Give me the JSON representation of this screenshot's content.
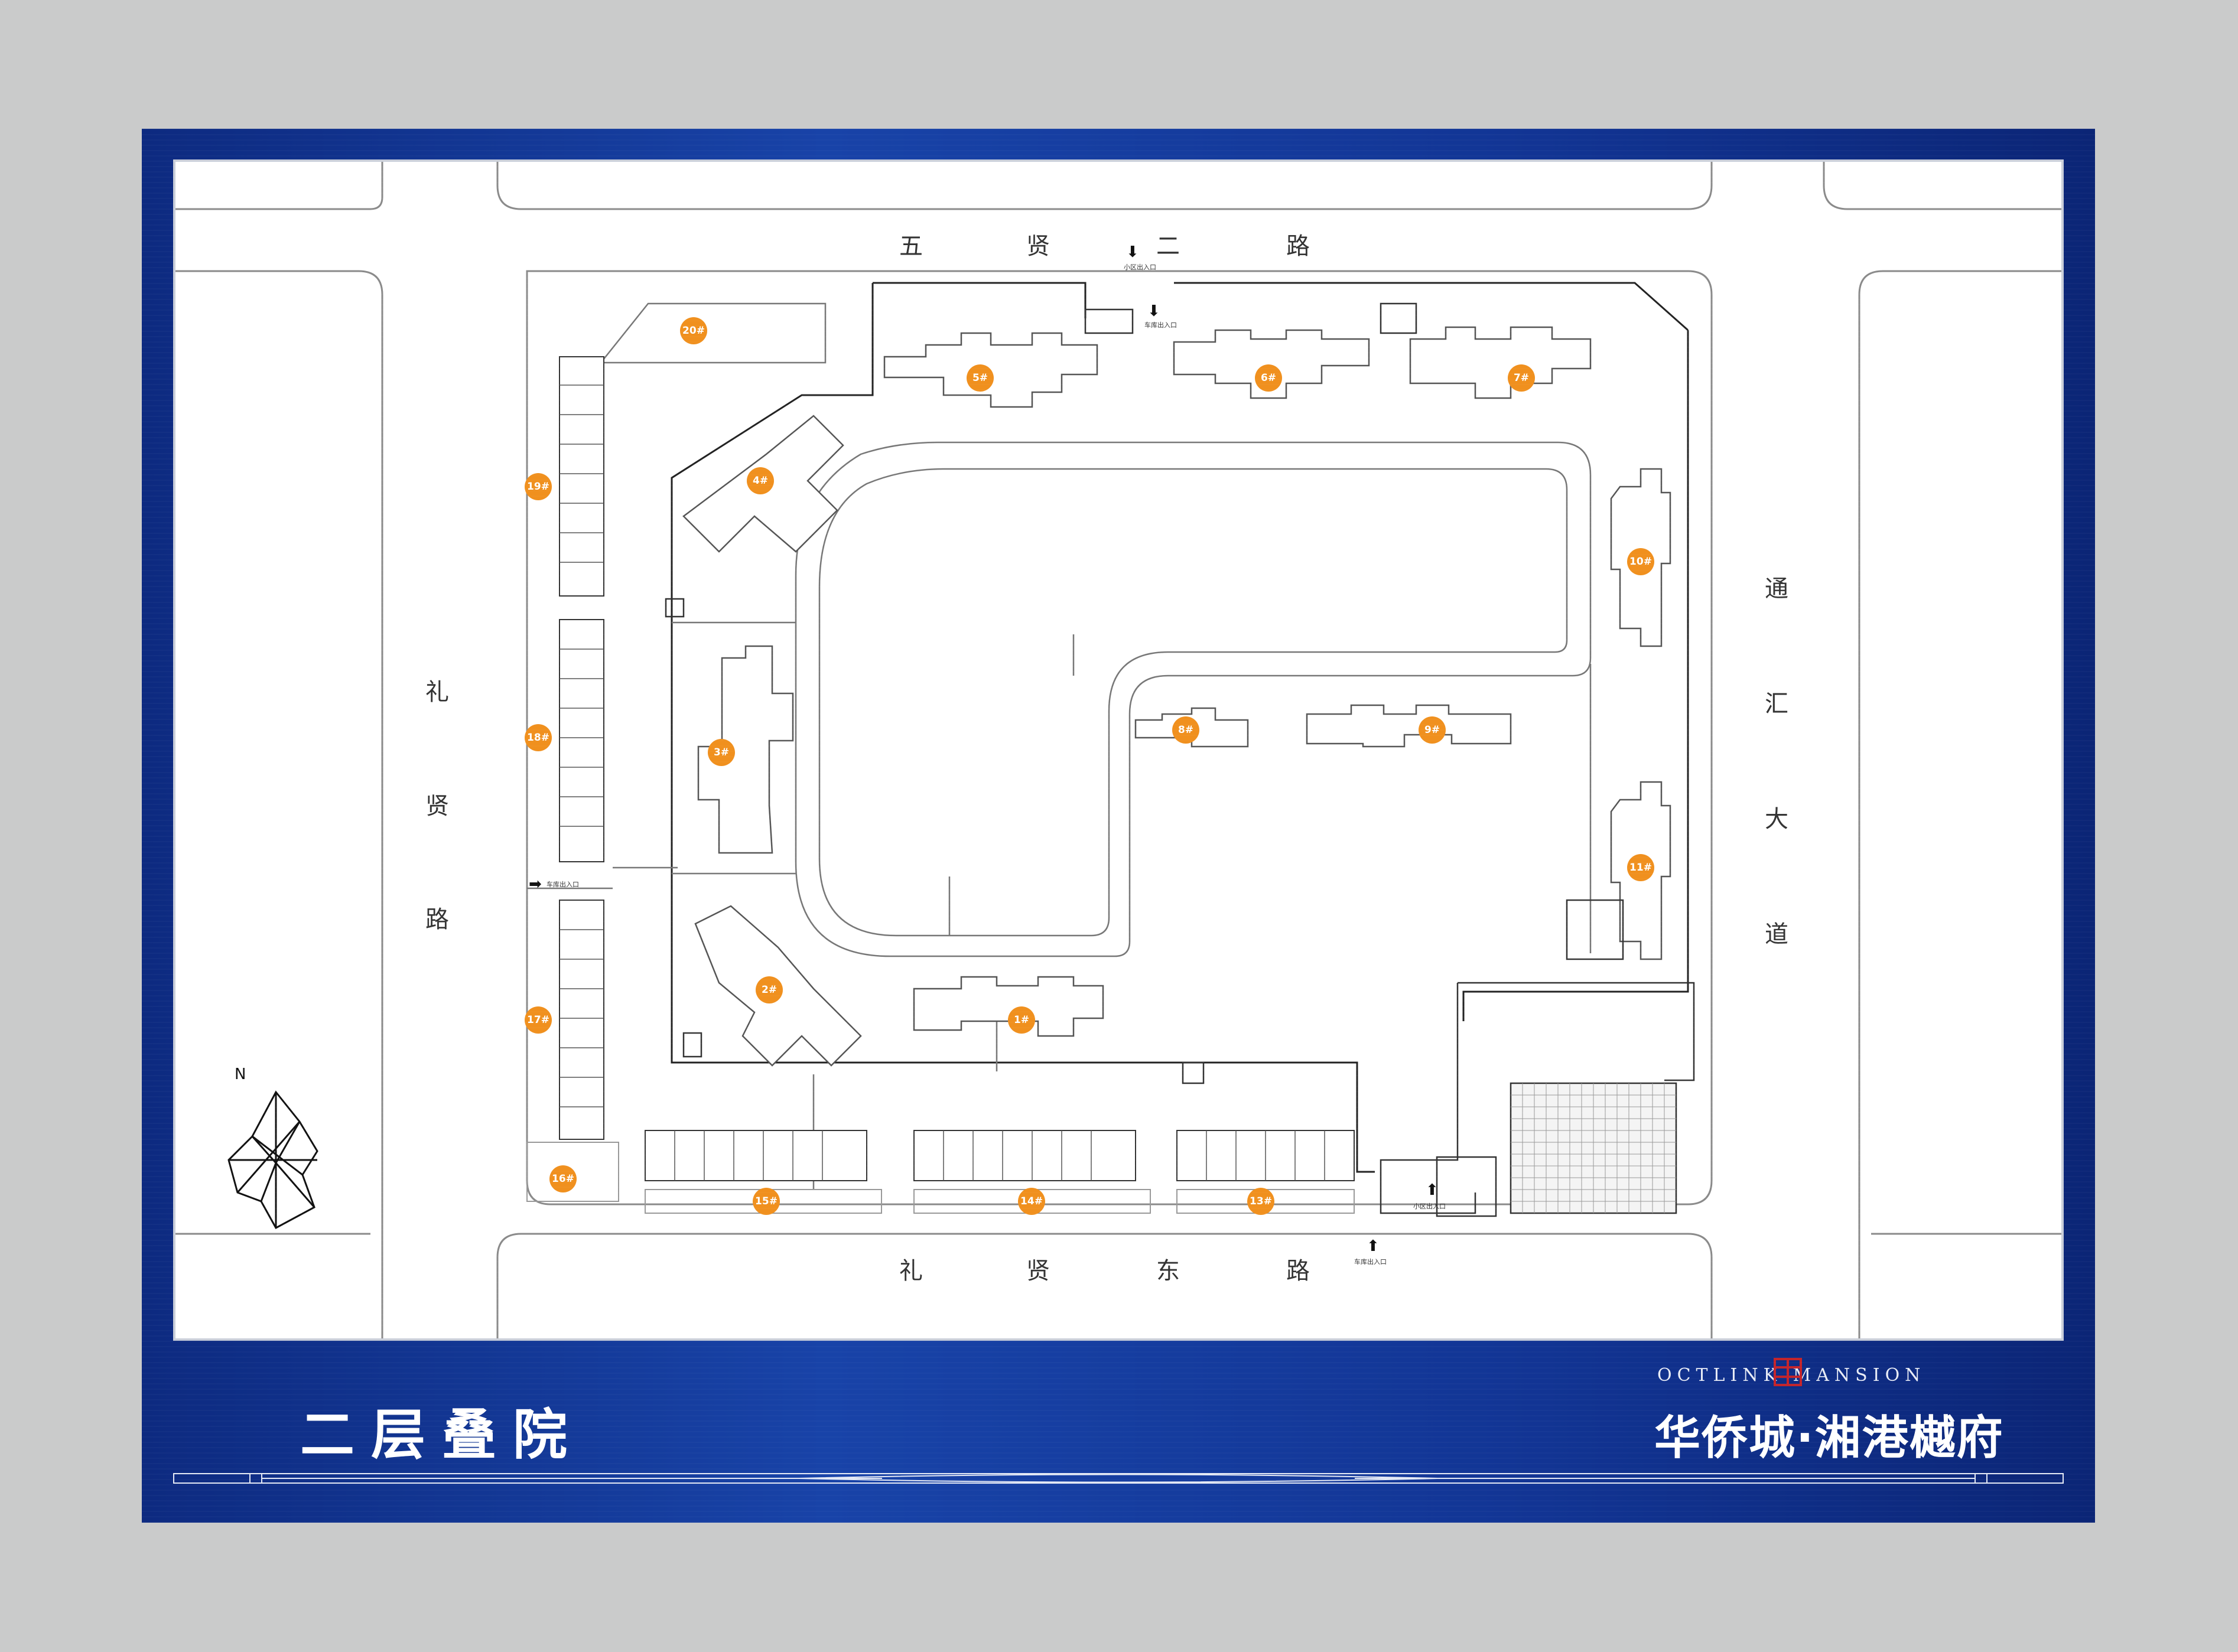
{
  "roads": {
    "north": [
      "五",
      "贤",
      "二",
      "路"
    ],
    "west": [
      "礼",
      "贤",
      "路"
    ],
    "east": [
      "通",
      "汇",
      "大",
      "道"
    ],
    "south": [
      "礼",
      "贤",
      "东",
      "路"
    ]
  },
  "buildings": [
    "1#",
    "2#",
    "3#",
    "4#",
    "5#",
    "6#",
    "7#",
    "8#",
    "9#",
    "10#",
    "11#",
    "13#",
    "14#",
    "15#",
    "16#",
    "17#",
    "18#",
    "19#",
    "20#"
  ],
  "entrances": {
    "community_north": "小区出入口",
    "vehicle_north": "车库出入口",
    "vehicle_west": "车库出入口",
    "community_south": "小区出入口",
    "vehicle_south": "车库出入口"
  },
  "compass": {
    "label": "N"
  },
  "title": "二层叠院",
  "brand": {
    "english": "OCTLINK MANSION",
    "chinese": "华侨城·湘港樾府"
  },
  "colors": {
    "board_blue": "#1843a8",
    "badge_orange": "#f0901e",
    "frame_grey": "#cacbcb"
  }
}
